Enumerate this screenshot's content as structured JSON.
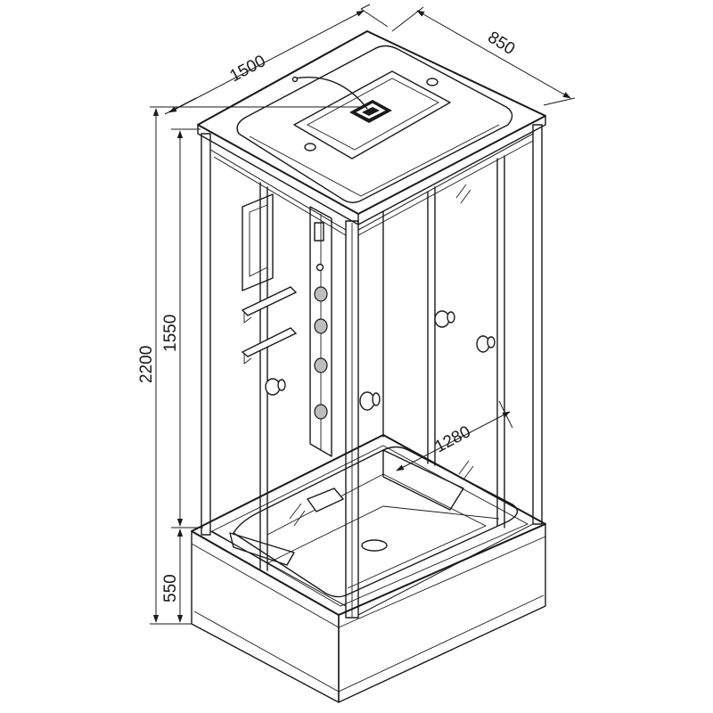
{
  "dimensions": {
    "length": "1500",
    "width": "850",
    "total_height": "2200",
    "cabin_height": "1550",
    "tray_height": "550",
    "door_width": "1280"
  }
}
